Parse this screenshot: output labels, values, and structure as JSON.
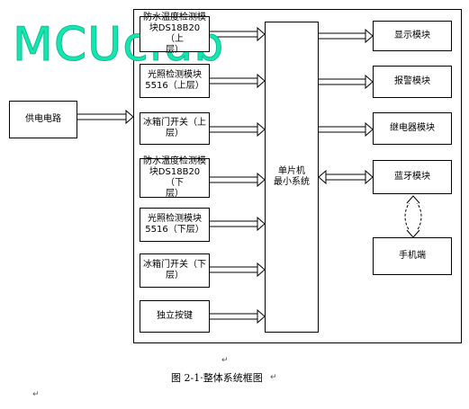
{
  "watermark": "MCUclub",
  "supply": "供电电路",
  "mcu": "单片机\n最小系统",
  "inputs": [
    "防水温度检测模\n块DS18B20（上\n层）",
    "光照检测模块\n5516（上层）",
    "冰箱门开关（上\n层）",
    "防水温度检测模\n块DS18B20（下\n层）",
    "光照检测模块\n5516（下层）",
    "冰箱门开关（下\n层）",
    "独立按键"
  ],
  "outputs": [
    "显示模块",
    "报警模块",
    "继电器模块",
    "蓝牙模块"
  ],
  "phone": "手机端",
  "caption": "图 2-1·整体系统框图",
  "para_mark": "↵"
}
